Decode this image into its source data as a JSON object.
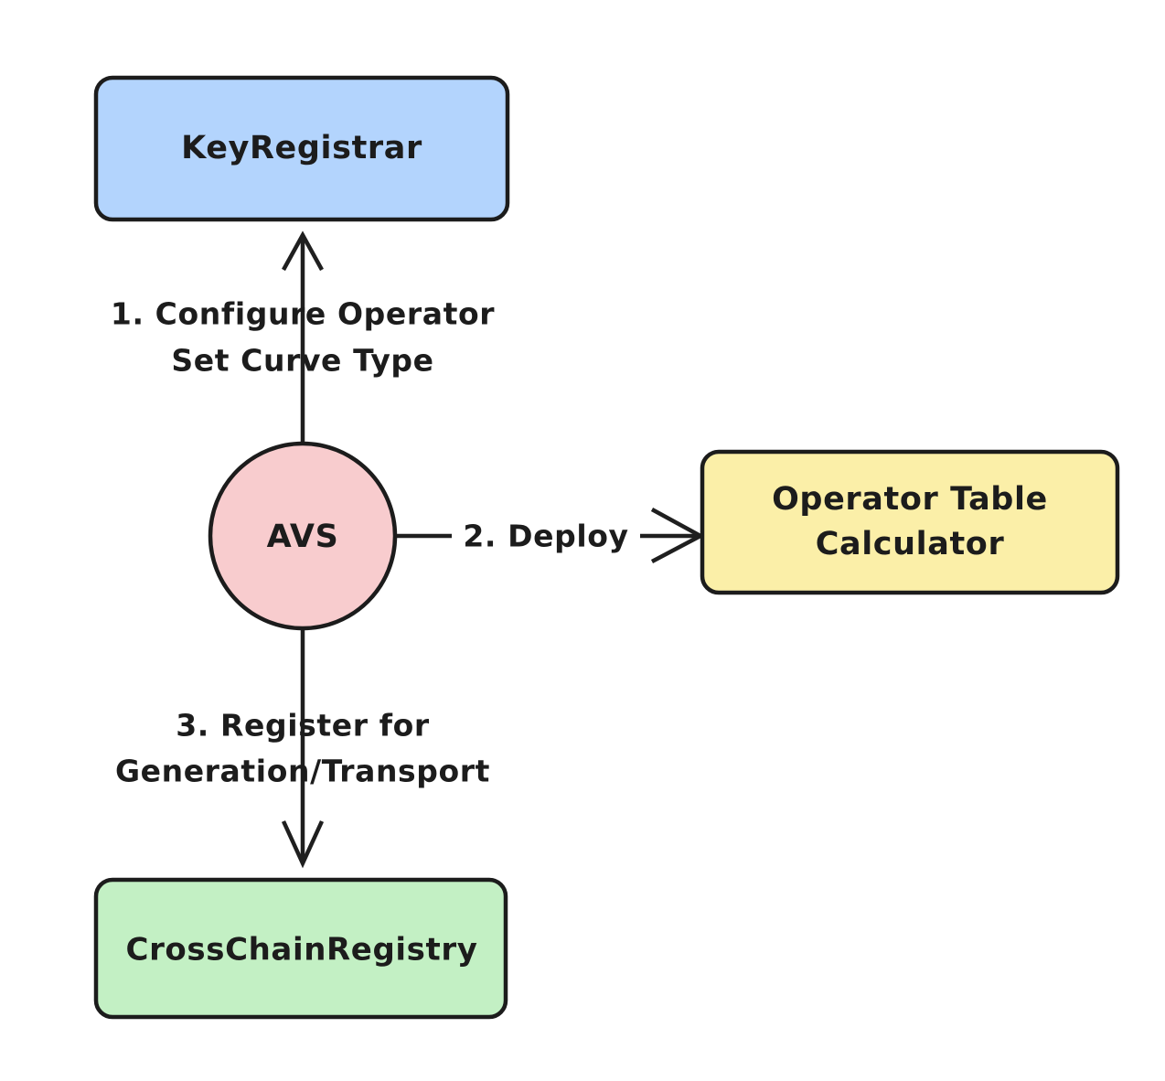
{
  "diagram": {
    "type": "flowchart",
    "direction": "top-to-bottom",
    "background_color": "#ffffff",
    "stroke_color": "#1c1c1c",
    "text_color": "#1c1c1c",
    "nodes": [
      {
        "id": "key-registrar",
        "label": "KeyRegistrar",
        "shape": "rounded-rectangle",
        "fill_color": "#b3d4fd"
      },
      {
        "id": "avs",
        "label": "AVS",
        "shape": "circle",
        "fill_color": "#f8ccce"
      },
      {
        "id": "operator-table-calculator",
        "label_line1": "Operator Table",
        "label_line2": "Calculator",
        "shape": "rounded-rectangle",
        "fill_color": "#fbefa8"
      },
      {
        "id": "cross-chain-registry",
        "label": "CrossChainRegistry",
        "shape": "rounded-rectangle",
        "fill_color": "#c3f0c4"
      }
    ],
    "edges": [
      {
        "id": "edge-configure",
        "from": "avs",
        "to": "key-registrar",
        "label_line1": "1. Configure Operator",
        "label_line2": "Set Curve Type",
        "arrow": "open-arrowhead",
        "direction": "up"
      },
      {
        "id": "edge-deploy",
        "from": "avs",
        "to": "operator-table-calculator",
        "label_line1": "2. Deploy",
        "label_line2": "",
        "arrow": "open-arrowhead",
        "direction": "right"
      },
      {
        "id": "edge-register",
        "from": "avs",
        "to": "cross-chain-registry",
        "label_line1": "3. Register for",
        "label_line2": "Generation/Transport",
        "arrow": "open-arrowhead",
        "direction": "down"
      }
    ]
  }
}
